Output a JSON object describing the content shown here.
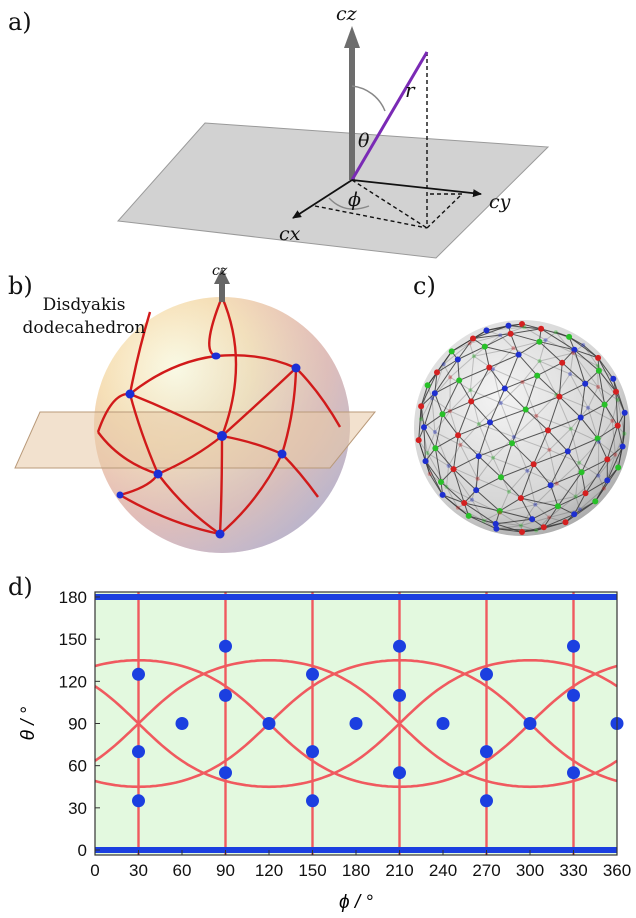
{
  "panels": {
    "a": {
      "label": "a)",
      "axes": {
        "z": "cz",
        "y": "cy",
        "x": "cx"
      },
      "symbols": {
        "r": "r",
        "theta": "θ",
        "phi": "ϕ"
      }
    },
    "b": {
      "label": "b)",
      "axis_z": "cz",
      "annotation_line1": "Disdyakis",
      "annotation_line2": "dodecahedron"
    },
    "c": {
      "label": "c)"
    },
    "d": {
      "label": "d)"
    }
  },
  "chart_data": {
    "type": "scatter",
    "xlabel": "ϕ / °",
    "ylabel": "θ / °",
    "xlim": [
      0,
      360
    ],
    "ylim": [
      0,
      180
    ],
    "x_ticks": [
      0,
      30,
      60,
      90,
      120,
      150,
      180,
      210,
      240,
      270,
      300,
      330,
      360
    ],
    "y_ticks": [
      0,
      30,
      60,
      90,
      120,
      150,
      180
    ],
    "background": "#e3f9df",
    "point_color": "#1b3fe0",
    "line_color": "#f05a5f",
    "pole_lines": [
      0,
      180
    ],
    "vertical_lines": [
      30,
      90,
      150,
      210,
      270,
      330
    ],
    "points": [
      {
        "x": 30,
        "y": 35
      },
      {
        "x": 30,
        "y": 70
      },
      {
        "x": 30,
        "y": 125
      },
      {
        "x": 60,
        "y": 90
      },
      {
        "x": 90,
        "y": 55
      },
      {
        "x": 90,
        "y": 110
      },
      {
        "x": 90,
        "y": 145
      },
      {
        "x": 120,
        "y": 90
      },
      {
        "x": 150,
        "y": 35
      },
      {
        "x": 150,
        "y": 70
      },
      {
        "x": 150,
        "y": 125
      },
      {
        "x": 180,
        "y": 90
      },
      {
        "x": 210,
        "y": 55
      },
      {
        "x": 210,
        "y": 110
      },
      {
        "x": 210,
        "y": 145
      },
      {
        "x": 240,
        "y": 90
      },
      {
        "x": 270,
        "y": 35
      },
      {
        "x": 270,
        "y": 70
      },
      {
        "x": 270,
        "y": 125
      },
      {
        "x": 300,
        "y": 90
      },
      {
        "x": 330,
        "y": 55
      },
      {
        "x": 330,
        "y": 110
      },
      {
        "x": 330,
        "y": 145
      },
      {
        "x": 360,
        "y": 90
      }
    ]
  }
}
